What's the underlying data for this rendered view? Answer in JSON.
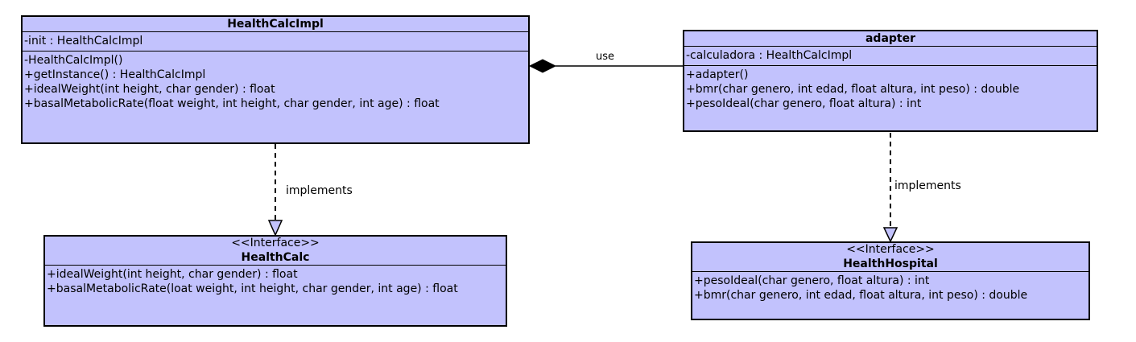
{
  "classes": {
    "health_calc_impl": {
      "name": "HealthCalcImpl",
      "attributes": [
        "-init : HealthCalcImpl"
      ],
      "operations": [
        "-HealthCalcImpl()",
        "+getInstance() : HealthCalcImpl",
        "+idealWeight(int height, char gender) : float",
        "+basalMetabolicRate(float weight, int height, char gender, int age) : float"
      ]
    },
    "adapter": {
      "name": "adapter",
      "attributes": [
        "-calculadora : HealthCalcImpl"
      ],
      "operations": [
        "+adapter()",
        "+bmr(char genero, int edad, float altura, int peso) : double",
        "+pesoIdeal(char genero, float altura) : int"
      ]
    },
    "health_calc": {
      "stereotype": "<<Interface>>",
      "name": "HealthCalc",
      "operations": [
        "+idealWeight(int height, char gender) : float",
        "+basalMetabolicRate(loat weight, int height, char gender, int age) : float"
      ]
    },
    "health_hospital": {
      "stereotype": "<<Interface>>",
      "name": "HealthHospital",
      "operations": [
        "+pesoIdeal(char genero, float altura) : int",
        "+bmr(char genero, int edad, float altura, int peso) : double"
      ]
    }
  },
  "relations": {
    "composition": {
      "label": "use"
    },
    "impl_left": {
      "label": "implements"
    },
    "impl_right": {
      "label": "implements"
    }
  },
  "colors": {
    "class_fill": "#c2c2fd",
    "line": "#000000",
    "background": "#ffffff"
  }
}
